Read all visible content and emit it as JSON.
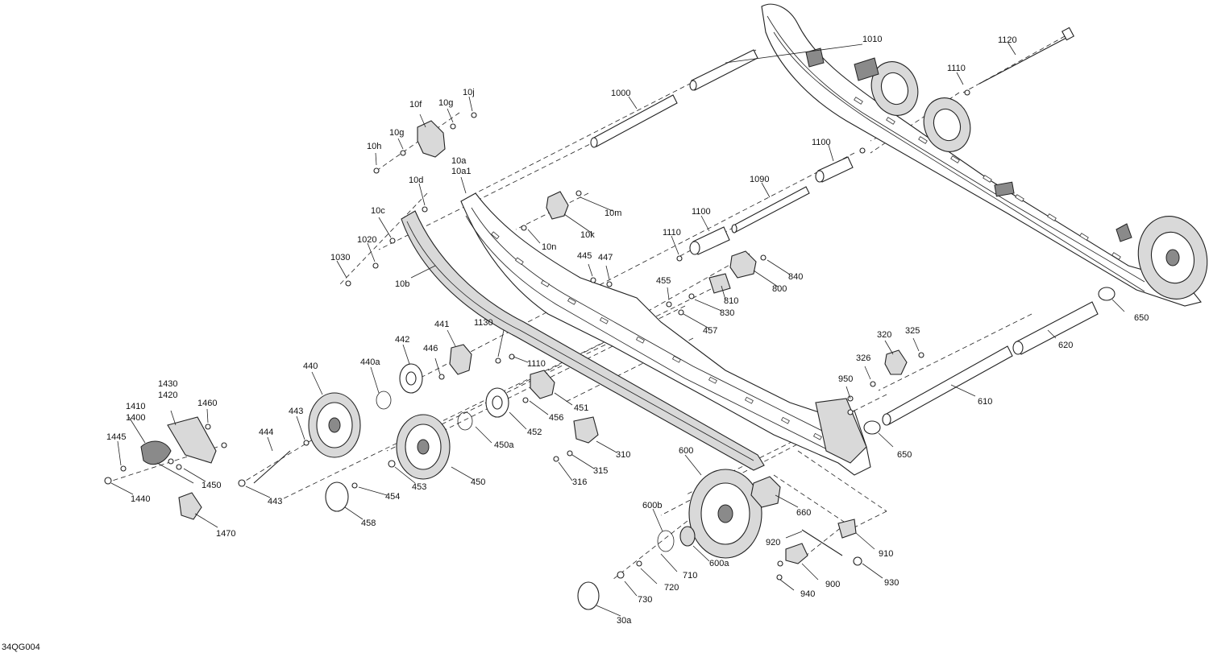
{
  "figure": {
    "code": "34QG004",
    "callouts": [
      "1010",
      "1000",
      "1120",
      "1110",
      "10j",
      "10g",
      "10f",
      "10g",
      "10h",
      "10a",
      "10a1",
      "1100",
      "1090",
      "10d",
      "10m",
      "10k",
      "10c",
      "10n",
      "1020",
      "1110",
      "1100",
      "1030",
      "10b",
      "445",
      "447",
      "840",
      "800",
      "455",
      "810",
      "830",
      "457",
      "441",
      "1130",
      "442",
      "446",
      "1110",
      "440a",
      "440",
      "451",
      "456",
      "452",
      "450a",
      "320",
      "325",
      "326",
      "950",
      "650",
      "620",
      "610",
      "650",
      "1430",
      "1420",
      "1410",
      "1400",
      "1460",
      "1445",
      "443",
      "444",
      "310",
      "315",
      "316",
      "450",
      "453",
      "454",
      "600",
      "458",
      "1440",
      "443",
      "1450",
      "1470",
      "660",
      "600b",
      "920",
      "910",
      "710",
      "600a",
      "900",
      "930",
      "720",
      "730",
      "940",
      "30a"
    ]
  }
}
